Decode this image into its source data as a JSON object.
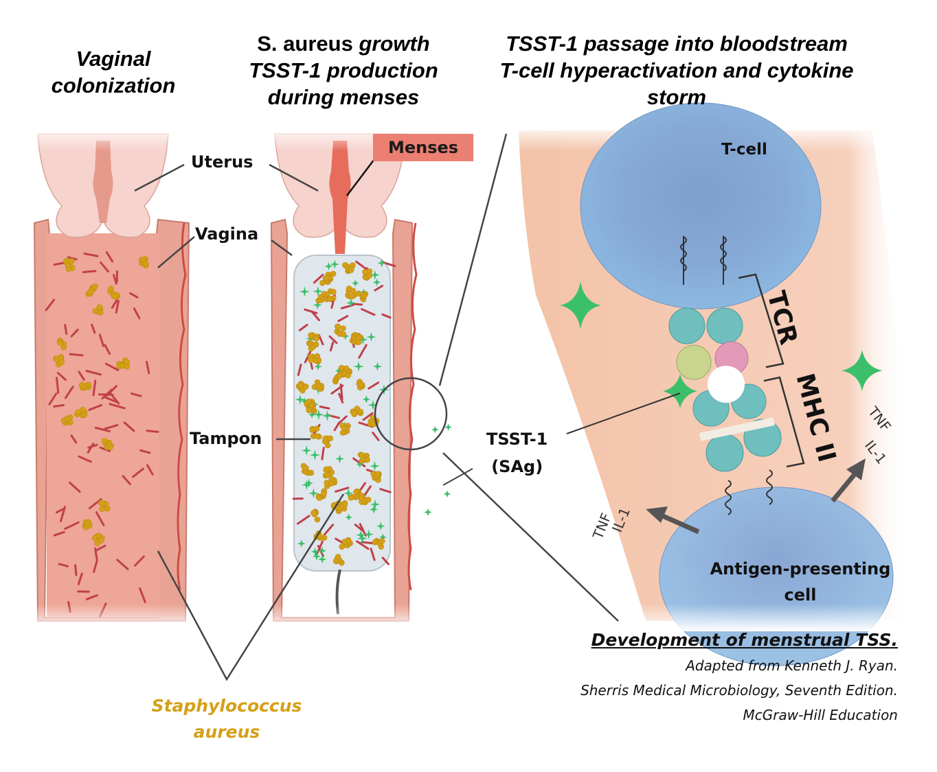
{
  "headers": {
    "panel1": [
      "Vaginal",
      "colonization"
    ],
    "panel2": {
      "line1_normal": "S. aureus ",
      "line1_italic": "growth",
      "line2": "TSST-1 production",
      "line3": "during menses"
    },
    "panel3": [
      "TSST-1 passage into bloodstream",
      "T-cell hyperactivation and cytokine",
      "storm"
    ]
  },
  "labels": {
    "uterus": "Uterus",
    "vagina": "Vagina",
    "menses": "Menses",
    "tampon": "Tampon",
    "tsst1": "TSST-1",
    "sag": "(SAg)",
    "tcell": "T-cell",
    "tcr": "TCR",
    "mhc": "MHC II",
    "apc_line1": "Antigen-presenting",
    "apc_line2": "cell",
    "tnf_left": "TNF",
    "il1_left": "IL-1",
    "tnf_right": "TNF",
    "il1_right": "IL-1",
    "staph_line1": "Staphylococcus",
    "staph_line2": "aureus"
  },
  "citation": {
    "title": "Development of menstrual TSS.",
    "line1": "Adapted from Kenneth J. Ryan.",
    "line2": "Sherris Medical Microbiology, Seventh Edition.",
    "line3": "McGraw-Hill Education"
  },
  "colors": {
    "tissue": "#e9a394",
    "uterus": "#f6d3cc",
    "menses_box": "#ea7f72",
    "bacteria_rod": "#c0404a",
    "staph": "#d4a017",
    "toxin": "#3cbf6a",
    "tcell": "#8bb3de",
    "receptor": "#6fbfbf",
    "blood": "#f3c3a8"
  }
}
